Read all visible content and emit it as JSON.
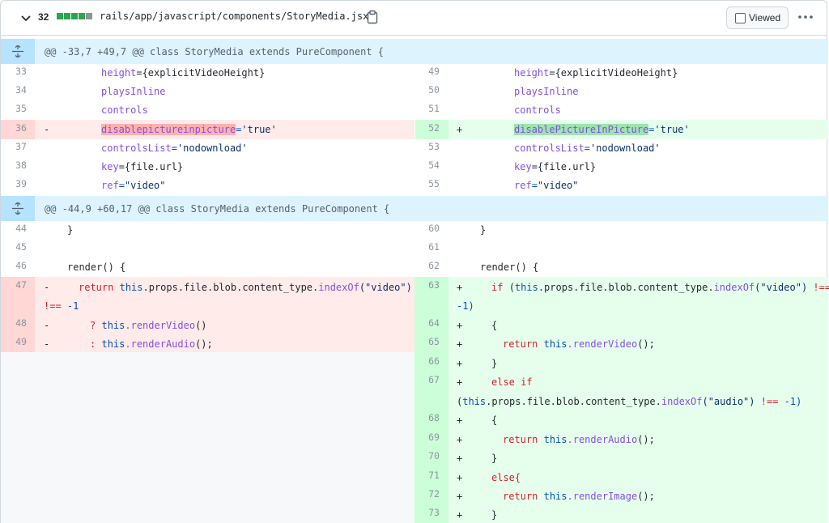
{
  "file_header": {
    "changes_count": "32",
    "diffstat_colors": [
      "#2da44e",
      "#2da44e",
      "#2da44e",
      "#2da44e",
      "#8c959f"
    ],
    "file_path": "rails/app/javascript/components/StoryMedia.jsx",
    "viewed_label": "Viewed",
    "collapse_icon": "chevron-down-icon",
    "copy_icon": "clipboard-icon",
    "menu_icon": "kebab-horizontal-icon"
  },
  "hunks": [
    {
      "header": "@@ -33,7 +49,7 @@ class StoryMedia extends PureComponent {"
    },
    {
      "header": "@@ -44,9 +60,17 @@ class StoryMedia extends PureComponent {"
    }
  ],
  "colors": {
    "deletion_bg": "#ffebe9",
    "addition_bg": "#e6ffec",
    "hunk_bg": "#ddf4ff"
  },
  "lines": {
    "l33": "33",
    "l34": "34",
    "l35": "35",
    "l36": "36",
    "l37": "37",
    "l38": "38",
    "l39": "39",
    "r49": "49",
    "r50": "50",
    "r51": "51",
    "r52": "52",
    "r53": "53",
    "r54": "54",
    "r55": "55",
    "l44": "44",
    "l45": "45",
    "l46": "46",
    "l47": "47",
    "l48": "48",
    "l49": "49",
    "r60": "60",
    "r61": "61",
    "r62": "62",
    "r63": "63",
    "r64": "64",
    "r65": "65",
    "r66": "66",
    "r67": "67",
    "r68": "68",
    "r69": "69",
    "r70": "70",
    "r71": "71",
    "r72": "72",
    "r73": "73"
  },
  "code": {
    "minus": "-",
    "plus": "+",
    "height_attr": "height",
    "height_val": "={explicitVideoHeight}",
    "plays_inline": "playsInline",
    "controls": "controls",
    "old_attr": "disablepictureinpicture",
    "new_attr": "disablePictureInPicture",
    "eq": "=",
    "true_str": "'true'",
    "controls_list": "controlsList",
    "nodownload": "'nodownload'",
    "key_attr": "key",
    "key_val": "={file.url}",
    "ref_attr": "ref",
    "video_str": "\"video\"",
    "close_brace": "}",
    "render_decl": "render() {",
    "ret": "return",
    "this": "this",
    "props_chain": ".props.file.blob.content_type.",
    "index_of": "indexOf",
    "video_arg": "(\"video\")",
    "audio_arg": "(\"audio\")",
    "neq": "!==",
    "neg_one": "-1",
    "neg_one_paren": "-1)",
    "q_mark": "?",
    "colon": ":",
    "render_video": ".renderVideo",
    "render_audio": ".renderAudio",
    "render_image": ".renderImage",
    "call": "()",
    "call_semi": "();",
    "if_kw": "if",
    "open_paren": "(",
    "paren_close_space": ")",
    "open_brace": "{",
    "else_if": "else if",
    "else_brace": "else{"
  }
}
